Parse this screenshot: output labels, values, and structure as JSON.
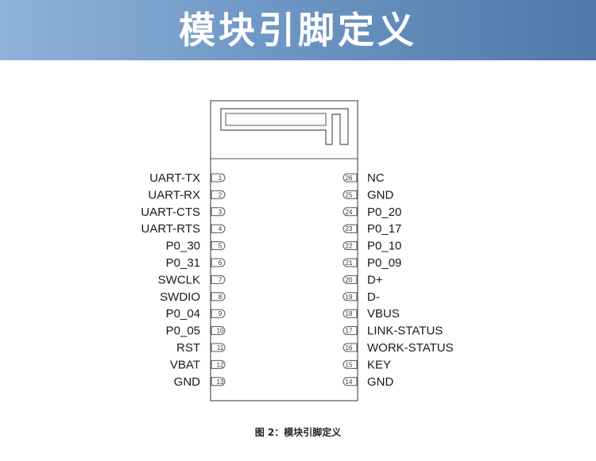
{
  "header": {
    "title": "模块引脚定义"
  },
  "module": {
    "left_pins": [
      {
        "num": "1",
        "label": "UART-TX"
      },
      {
        "num": "2",
        "label": "UART-RX"
      },
      {
        "num": "3",
        "label": "UART-CTS"
      },
      {
        "num": "4",
        "label": "UART-RTS"
      },
      {
        "num": "5",
        "label": "P0_30"
      },
      {
        "num": "6",
        "label": "P0_31"
      },
      {
        "num": "7",
        "label": "SWCLK"
      },
      {
        "num": "8",
        "label": "SWDIO"
      },
      {
        "num": "9",
        "label": "P0_04"
      },
      {
        "num": "10",
        "label": "P0_05"
      },
      {
        "num": "11",
        "label": "RST"
      },
      {
        "num": "12",
        "label": "VBAT"
      },
      {
        "num": "13",
        "label": "GND"
      }
    ],
    "right_pins": [
      {
        "num": "26",
        "label": "NC"
      },
      {
        "num": "25",
        "label": "GND"
      },
      {
        "num": "24",
        "label": "P0_20"
      },
      {
        "num": "23",
        "label": "P0_17"
      },
      {
        "num": "22",
        "label": "P0_10"
      },
      {
        "num": "21",
        "label": "P0_09"
      },
      {
        "num": "20",
        "label": "D+"
      },
      {
        "num": "19",
        "label": "D-"
      },
      {
        "num": "18",
        "label": "VBUS"
      },
      {
        "num": "17",
        "label": "LINK-STATUS"
      },
      {
        "num": "16",
        "label": "WORK-STATUS"
      },
      {
        "num": "15",
        "label": "KEY"
      },
      {
        "num": "14",
        "label": "GND"
      }
    ]
  },
  "caption": {
    "text": "图 2：模块引脚定义"
  }
}
